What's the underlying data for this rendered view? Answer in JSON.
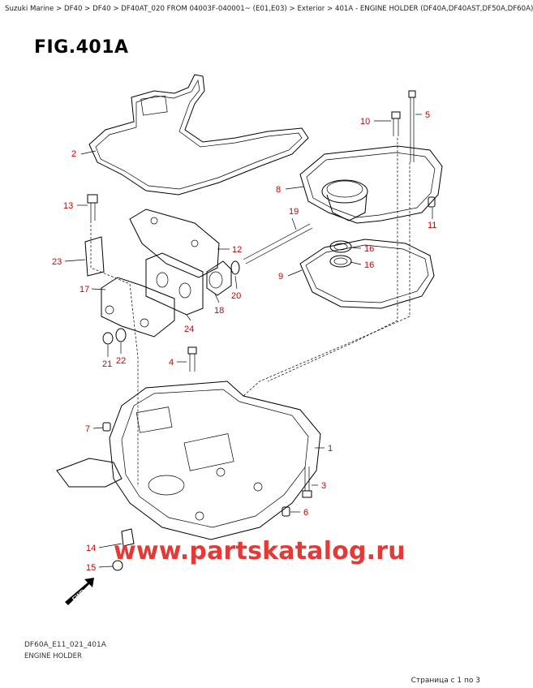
{
  "breadcrumb": "Suzuki Marine > DF40 > DF40 > DF40AT_020 FROM 04003F-040001~ (E01,E03) > Exterior > 401A - ENGINE HOLDER (DF40A,DF40AST,DF50A,DF60A)",
  "figure_title": "FIG.401A",
  "callouts": [
    "1",
    "2",
    "3",
    "4",
    "5",
    "6",
    "7",
    "8",
    "9",
    "10",
    "11",
    "12",
    "13",
    "14",
    "15",
    "16",
    "16",
    "17",
    "18",
    "19",
    "20",
    "21",
    "22",
    "23",
    "24"
  ],
  "fwd_label": "FWD",
  "watermark": "www.partskatalog.ru",
  "footer": {
    "code": "DF60A_E11_021_401A",
    "name": "ENGINE HOLDER"
  },
  "page_info": "Страница с 1 по 3"
}
